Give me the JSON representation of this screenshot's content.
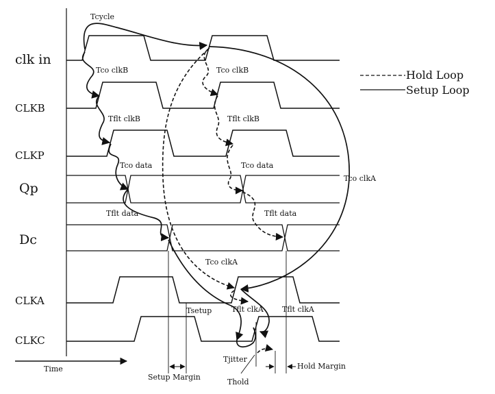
{
  "signals": [
    {
      "label": "clk in"
    },
    {
      "label": "CLKB"
    },
    {
      "label": "CLKP"
    },
    {
      "label": "Qp"
    },
    {
      "label": "Dc"
    },
    {
      "label": "CLKA"
    },
    {
      "label": "CLKC"
    }
  ],
  "annotations": {
    "tcycle": "Tcycle",
    "tco_clkb_1": "Tco clkB",
    "tco_clkb_2": "Tco clkB",
    "tflt_clkb_1": "Tflt clkB",
    "tflt_clkb_2": "Tflt clkB",
    "tco_data_1": "Tco data",
    "tco_data_2": "Tco data",
    "tco_clka_right": "Tco clkA",
    "tflt_data_1": "Tflt data",
    "tflt_data_2": "Tflt data",
    "tco_clka_mid": "Tco clkA",
    "tsetup": "Tsetup",
    "tflt_clka_1": "Tflt clkA",
    "tflt_clka_2": "Tflt clkA",
    "tjitter": "Tjitter",
    "thold": "Thold",
    "setup_margin": "Setup Margin",
    "hold_margin": "Hold Margin",
    "time": "Time"
  },
  "legend": {
    "hold_loop": "Hold Loop",
    "setup_loop": "Setup Loop"
  }
}
